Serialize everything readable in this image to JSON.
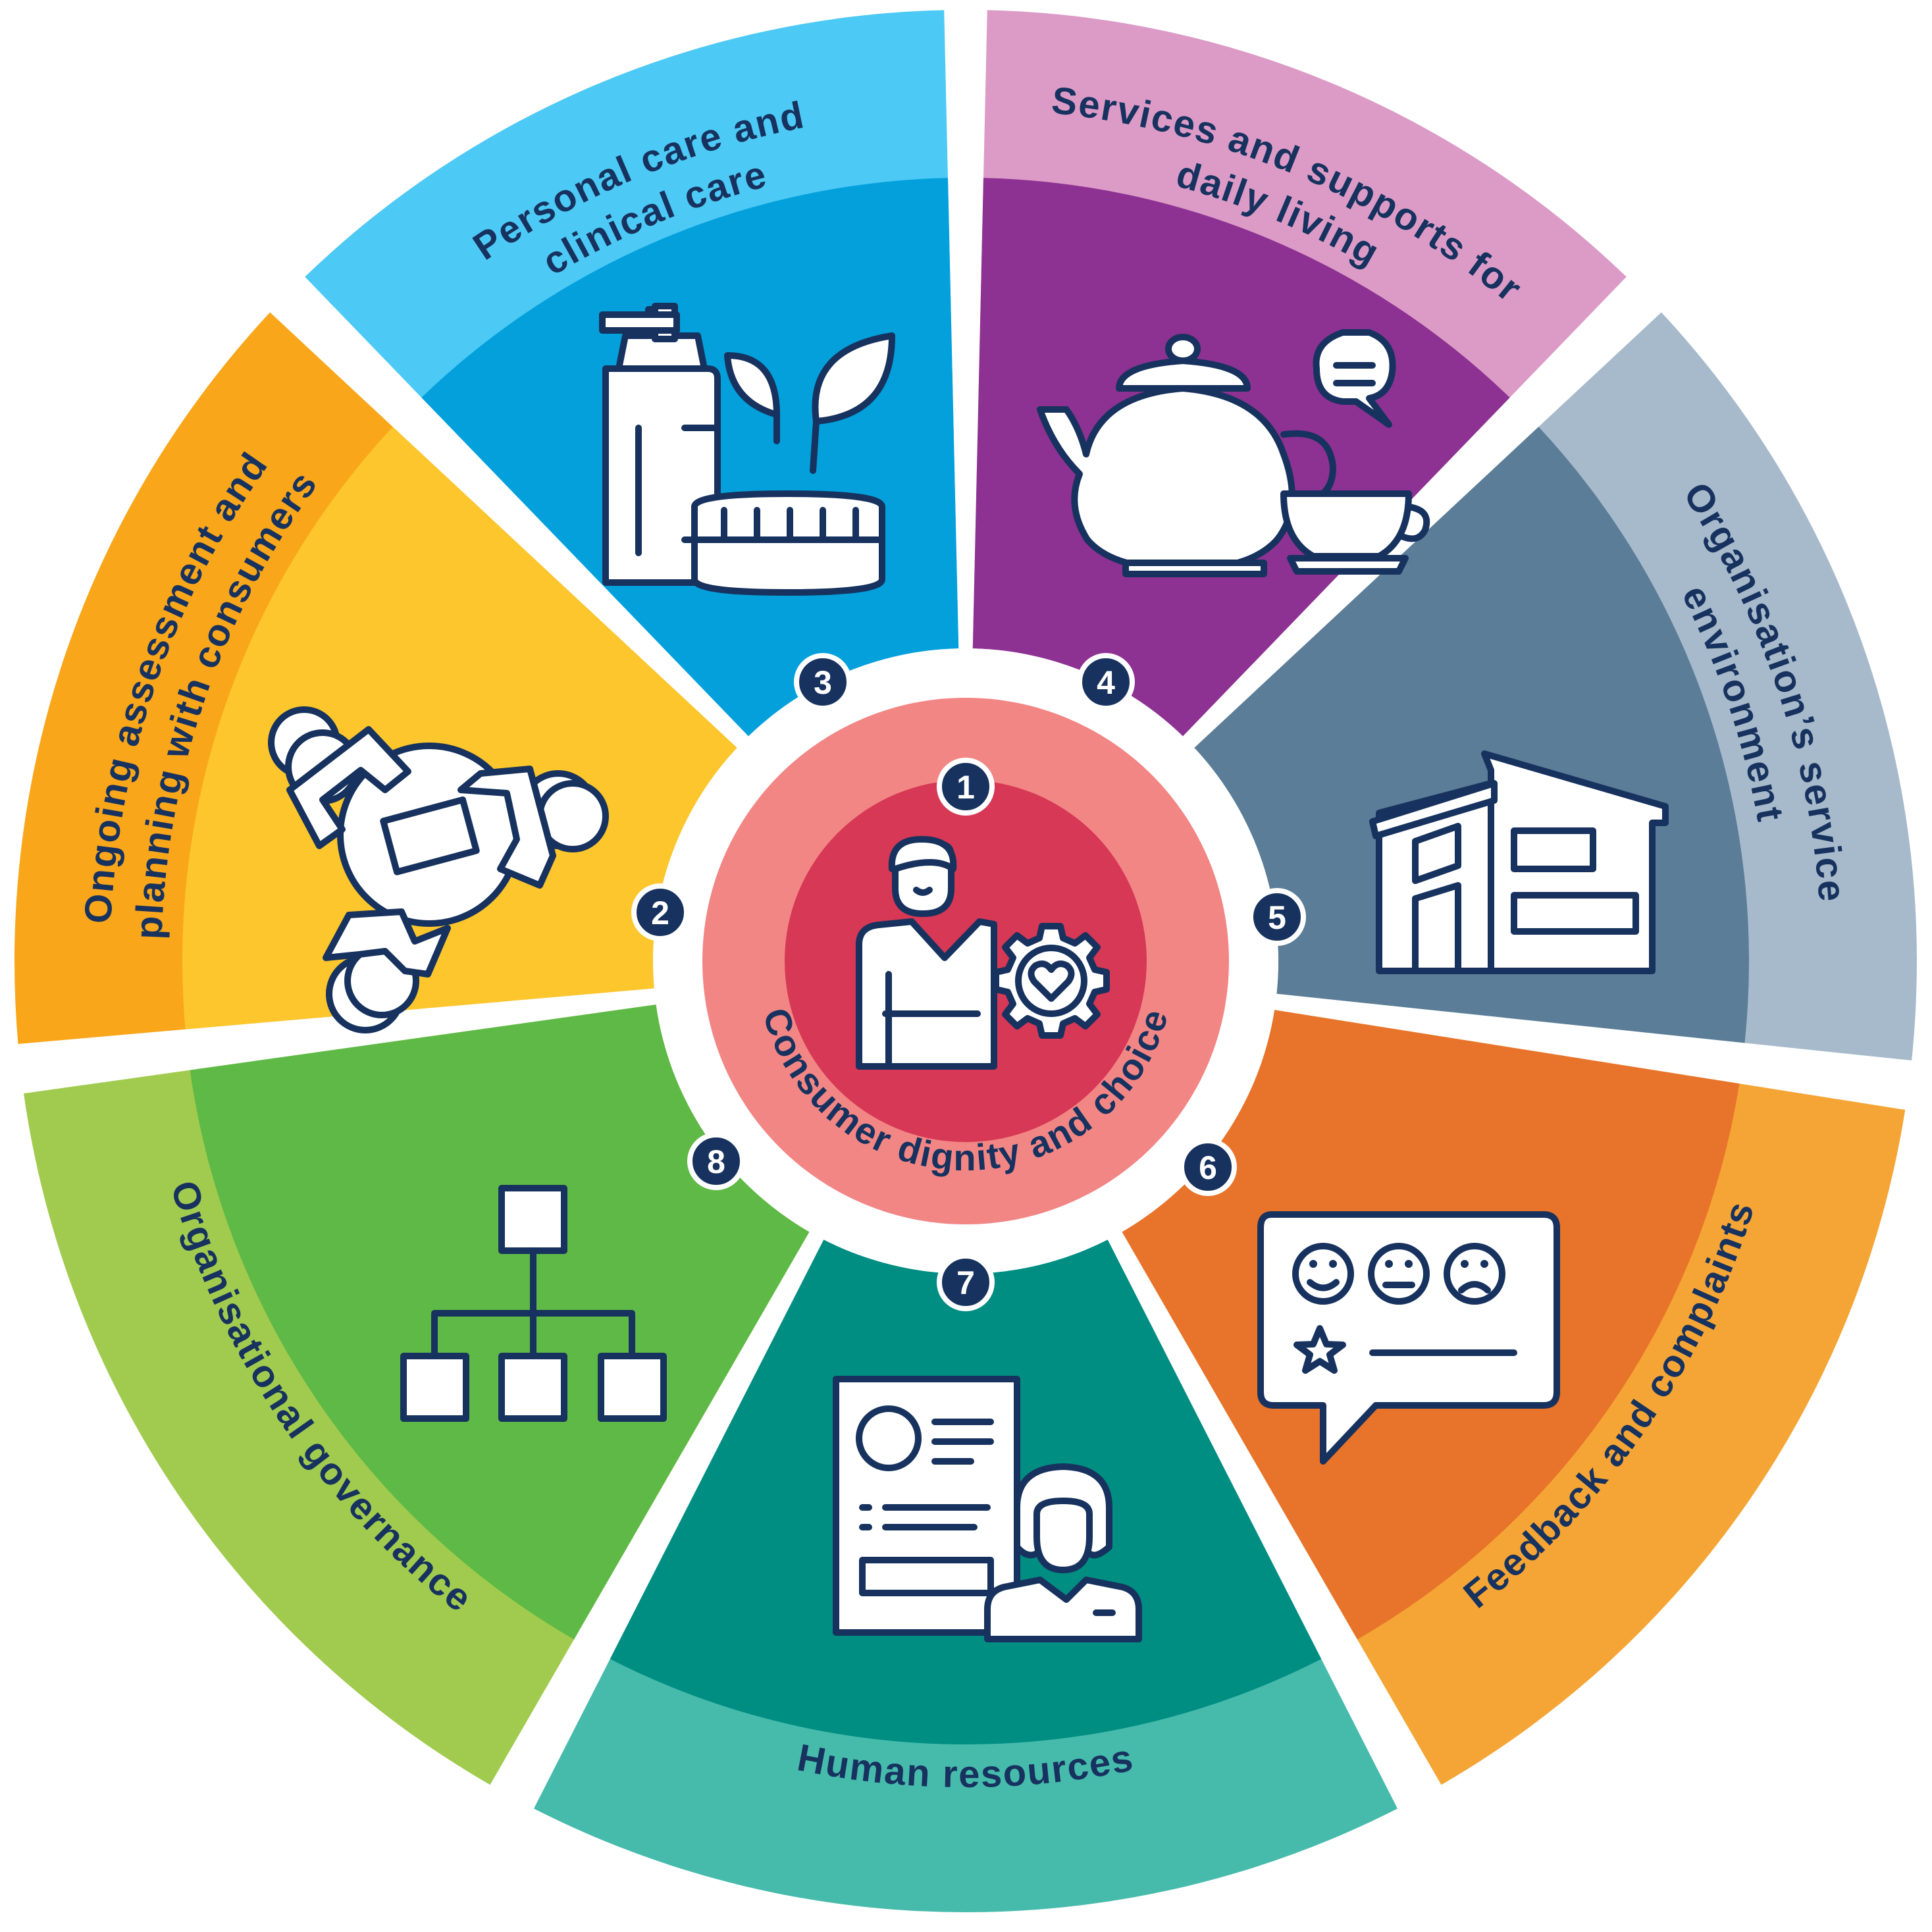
{
  "center": {
    "number": "1",
    "label": "Consumer dignity and choice",
    "icon": "person-gear-heart-icon"
  },
  "segments": [
    {
      "number": "2",
      "lines": [
        "Ongoing assessment and",
        "planning with consumers"
      ],
      "icon": "people-meeting-icon",
      "outer_color": "#f9a61a",
      "inner_color": "#fcc62c"
    },
    {
      "number": "3",
      "lines": [
        "Personal care and",
        "clinical care"
      ],
      "icon": "care-products-icon",
      "outer_color": "#4dc9f5",
      "inner_color": "#03a0dc"
    },
    {
      "number": "4",
      "lines": [
        "Services and supports for",
        "daily living"
      ],
      "icon": "teapot-cup-icon",
      "outer_color": "#dc9bc7",
      "inner_color": "#8d3292"
    },
    {
      "number": "5",
      "lines": [
        "Organisation’s service",
        "environment"
      ],
      "icon": "building-icon",
      "outer_color": "#a7bacb",
      "inner_color": "#5b7d97"
    },
    {
      "number": "6",
      "lines": [
        "Feedback and complaints"
      ],
      "icon": "feedback-chat-icon",
      "outer_color": "#f5a535",
      "inner_color": "#e8732a"
    },
    {
      "number": "7",
      "lines": [
        "Human resources"
      ],
      "icon": "resume-person-icon",
      "outer_color": "#46bbac",
      "inner_color": "#008d82"
    },
    {
      "number": "8",
      "lines": [
        "Organisational governance"
      ],
      "icon": "org-chart-icon",
      "outer_color": "#a1cb4f",
      "inner_color": "#5fb946"
    }
  ],
  "colors": {
    "navy": "#17325e",
    "center_ring": "#f28685",
    "center_core": "#d63855"
  }
}
